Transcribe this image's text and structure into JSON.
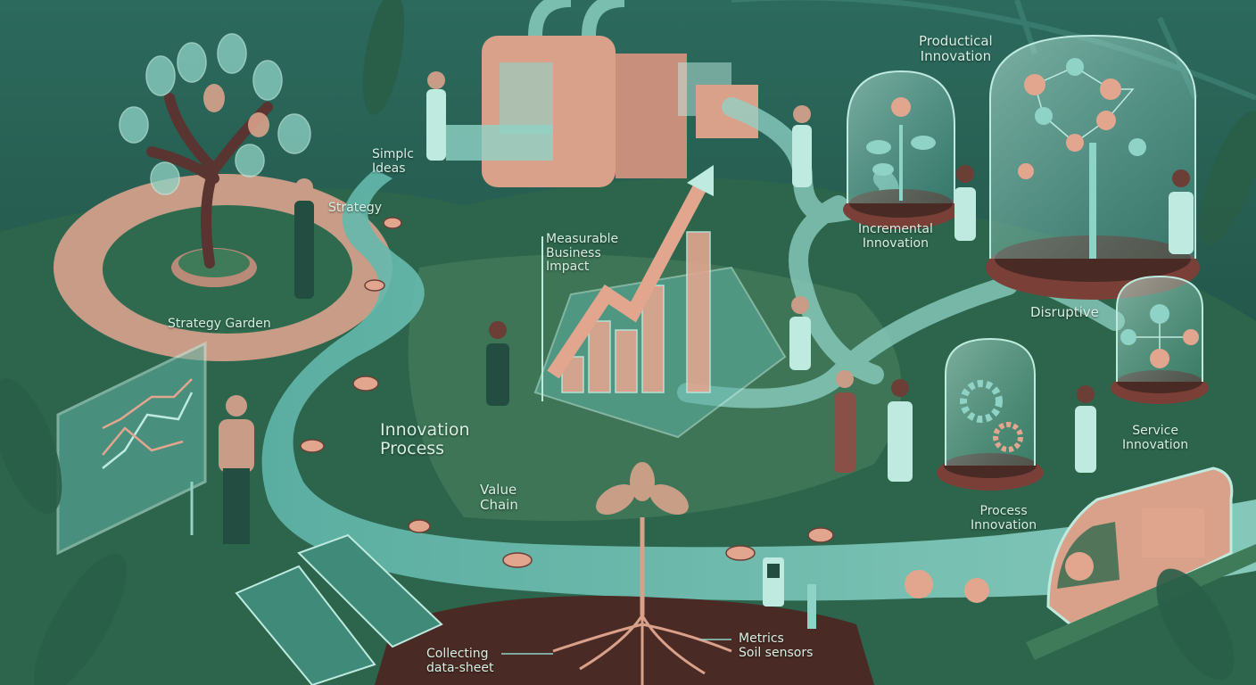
{
  "scene": {
    "type": "illustrated-infographic",
    "theme": "Innovation ecosystem greenhouse"
  },
  "colors": {
    "background_dark": "#163a31",
    "grass": "#2f6a4e",
    "grass_light": "#3f7a59",
    "path_pink": "#c89c86",
    "salmon": "#e2a68f",
    "glass": "#8fd3c6",
    "glass_light": "#bfeadf",
    "water": "#6ec2b6",
    "soil": "#4a2a24",
    "text": "#d9efe4"
  },
  "labels": {
    "productical_innovation": [
      "Productical",
      "Innovation"
    ],
    "simple_ideas": [
      "Simplc",
      "Ideas"
    ],
    "strategy": "Strategy",
    "strategy_garden": "Strategy Garden",
    "measurable_business_impact": [
      "Measurable",
      "Business",
      "Impact"
    ],
    "incremental_innovation": [
      "Incremental",
      "Innovation"
    ],
    "disruptive": "Disruptive",
    "innovation_process": [
      "Innovation",
      "Process"
    ],
    "value_chain": [
      "Value",
      "Chain"
    ],
    "service_innovation": [
      "Service",
      "Innovation"
    ],
    "process_innovation": [
      "Process",
      "Innovation"
    ],
    "collecting_data_sheet": [
      "Collecting",
      "data-sheet"
    ],
    "metrics_soil_sensors": [
      "Metrics",
      "Soil sensors"
    ]
  },
  "elements": {
    "strategy_tree": "tree-with-icon-leaves",
    "factory_machine": "idea-processing-machine",
    "growth_chart_greenhouse": "rising-bar-chart-with-arrow",
    "dashboard_board": "line-chart-display",
    "incremental_dome": "bell-jar-with-flowering-plant",
    "disruptive_dome": "bell-jar-with-network-tree",
    "process_dome": "bell-jar-with-gears",
    "service_dome": "bell-jar-with-people-network",
    "delivery_pod": "monorail-with-fruit",
    "solar_panels": "two-solar-panels",
    "soil_sensor": "sensor-device",
    "river": "seed-carrying-stream"
  }
}
